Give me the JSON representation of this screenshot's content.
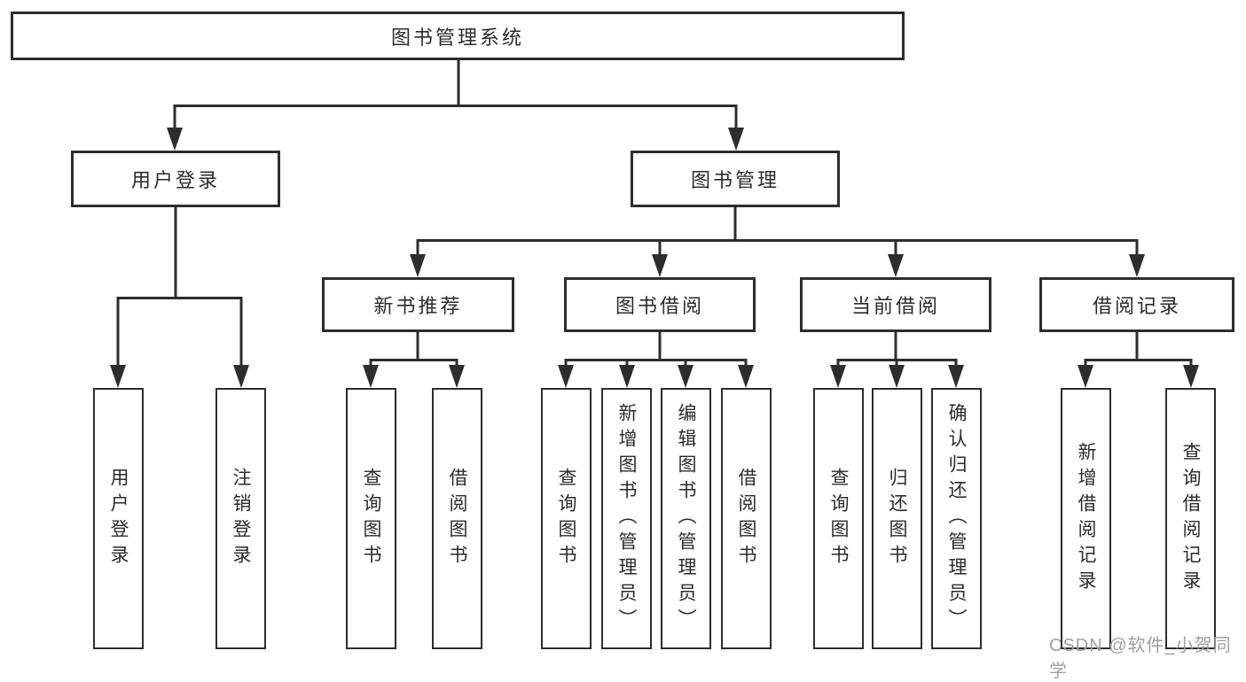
{
  "diagram_title": "图书管理系统",
  "watermark": "CSDN @软件_小贺同学",
  "colors": {
    "line": "#2d2d2d",
    "box_border": "#2d2d2d",
    "text": "#2b2b2b",
    "background": "#ffffff",
    "watermark": "#9e9e9e"
  },
  "tree": {
    "root": {
      "label": "图书管理系统"
    },
    "level2": [
      {
        "label": "用户登录",
        "children": [
          {
            "label": "用户登录"
          },
          {
            "label": "注销登录"
          }
        ]
      },
      {
        "label": "图书管理",
        "children": [
          {
            "label": "新书推荐",
            "children": [
              {
                "label": "查询图书"
              },
              {
                "label": "借阅图书"
              }
            ]
          },
          {
            "label": "图书借阅",
            "children": [
              {
                "label": "查询图书"
              },
              {
                "label": "新增图书（管理员）"
              },
              {
                "label": "编辑图书（管理员）"
              },
              {
                "label": "借阅图书"
              }
            ]
          },
          {
            "label": "当前借阅",
            "children": [
              {
                "label": "查询图书"
              },
              {
                "label": "归还图书"
              },
              {
                "label": "确认归还（管理员）"
              }
            ]
          },
          {
            "label": "借阅记录",
            "children": [
              {
                "label": "新增借阅记录"
              },
              {
                "label": "查询借阅记录"
              }
            ]
          }
        ]
      }
    ]
  }
}
